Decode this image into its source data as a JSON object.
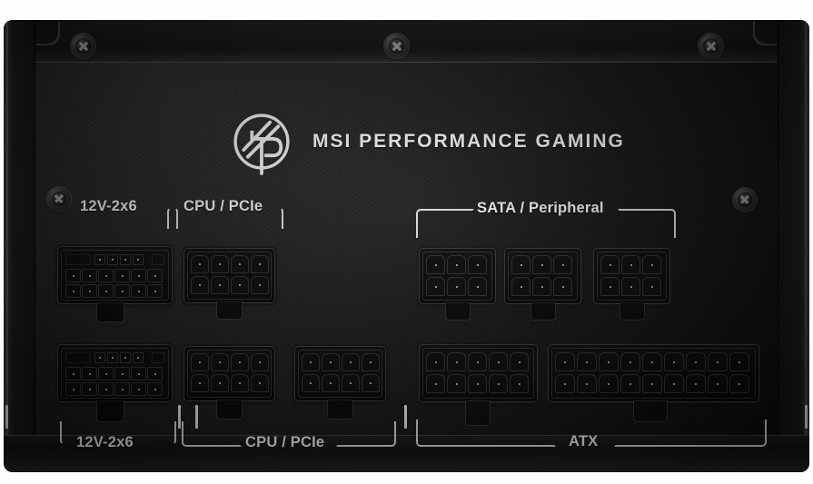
{
  "product": {
    "brand_logo": "msi-dragon-logo",
    "brand_text": "MSI PERFORMANCE GAMING",
    "panel_type": "modular-psu-connector-panel"
  },
  "colors": {
    "chassis": "#141414",
    "label_text": "#f2f2f2",
    "bracket_line": "#eeeeee",
    "pin_dot": "#cfcfcf"
  },
  "groups": {
    "top_left_12v": {
      "label": "12V-2x6",
      "position": "top-left"
    },
    "top_cpu_pcie": {
      "label": "CPU / PCIe",
      "position": "top-center"
    },
    "top_sata": {
      "label": "SATA / Peripheral",
      "position": "top-right"
    },
    "bottom_left_12v": {
      "label": "12V-2x6",
      "position": "bottom-left"
    },
    "bottom_cpu_pcie": {
      "label": "CPU / PCIe",
      "position": "bottom-center"
    },
    "bottom_atx": {
      "label": "ATX",
      "position": "bottom-right"
    }
  },
  "connectors": [
    {
      "id": "c1",
      "group": "12V-2x6",
      "row": "top",
      "pin_count": 16,
      "layout": "2x6+4",
      "label": "12V-2x6"
    },
    {
      "id": "c2",
      "group": "CPU / PCIe",
      "row": "top",
      "pin_count": 8,
      "layout": "2x4",
      "label": "CPU / PCIe"
    },
    {
      "id": "c3",
      "group": "SATA / Peripheral",
      "row": "top",
      "pin_count": 6,
      "layout": "2x3",
      "label": "SATA / Peripheral"
    },
    {
      "id": "c4",
      "group": "SATA / Peripheral",
      "row": "top",
      "pin_count": 6,
      "layout": "2x3",
      "label": "SATA / Peripheral"
    },
    {
      "id": "c5",
      "group": "SATA / Peripheral",
      "row": "top",
      "pin_count": 6,
      "layout": "2x3",
      "label": "SATA / Peripheral"
    },
    {
      "id": "c6",
      "group": "12V-2x6",
      "row": "bottom",
      "pin_count": 16,
      "layout": "2x6+4",
      "label": "12V-2x6"
    },
    {
      "id": "c7",
      "group": "CPU / PCIe",
      "row": "bottom",
      "pin_count": 8,
      "layout": "2x4",
      "label": "CPU / PCIe"
    },
    {
      "id": "c8",
      "group": "CPU / PCIe",
      "row": "bottom",
      "pin_count": 8,
      "layout": "2x4",
      "label": "CPU / PCIe"
    },
    {
      "id": "c9",
      "group": "ATX",
      "row": "bottom",
      "pin_count": 10,
      "layout": "2x5",
      "label": "ATX"
    },
    {
      "id": "c10",
      "group": "ATX",
      "row": "bottom",
      "pin_count": 18,
      "layout": "2x9",
      "label": "ATX"
    }
  ],
  "fasteners": [
    {
      "id": "s1",
      "type": "phillips-screw",
      "position": "top-left"
    },
    {
      "id": "s2",
      "type": "phillips-screw",
      "position": "top-center"
    },
    {
      "id": "s3",
      "type": "phillips-screw",
      "position": "top-right"
    },
    {
      "id": "s4",
      "type": "security-screw",
      "position": "mid-left"
    },
    {
      "id": "s5",
      "type": "security-screw",
      "position": "mid-right"
    }
  ]
}
